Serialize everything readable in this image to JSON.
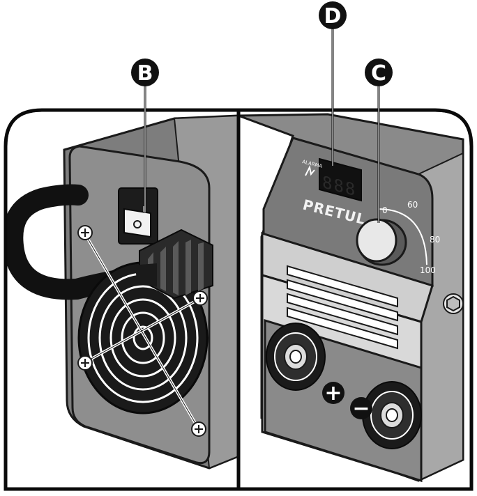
{
  "callouts": {
    "b": "B",
    "c": "C",
    "d": "D"
  },
  "panel": {
    "brand": "PRETUL",
    "alarm_label": "ALARMA",
    "display_value": "888",
    "dial_ticks": [
      "0",
      "60",
      "80",
      "100"
    ],
    "plus_symbol": "+",
    "minus_symbol": "−"
  }
}
